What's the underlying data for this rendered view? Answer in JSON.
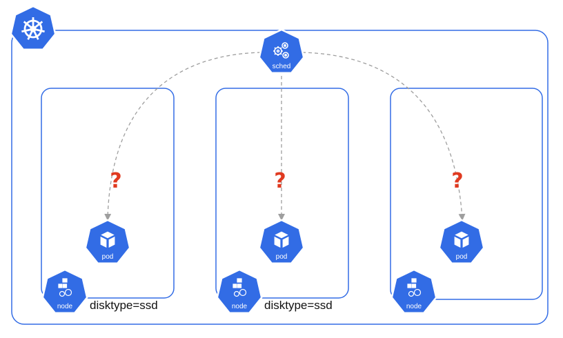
{
  "colors": {
    "k8s_blue": "#326CE5",
    "question": "#E03A20",
    "arrow": "#9E9E9E",
    "text": "#111111"
  },
  "cluster": {
    "logo_icon": "kubernetes-wheel-icon"
  },
  "scheduler": {
    "label": "sched",
    "icon": "gears-icon"
  },
  "nodes": [
    {
      "label": "node",
      "tag": "disktype=ssd",
      "pod_label": "pod",
      "question": "?"
    },
    {
      "label": "node",
      "tag": "disktype=ssd",
      "pod_label": "pod",
      "question": "?"
    },
    {
      "label": "node",
      "tag": "",
      "pod_label": "pod",
      "question": "?"
    }
  ]
}
